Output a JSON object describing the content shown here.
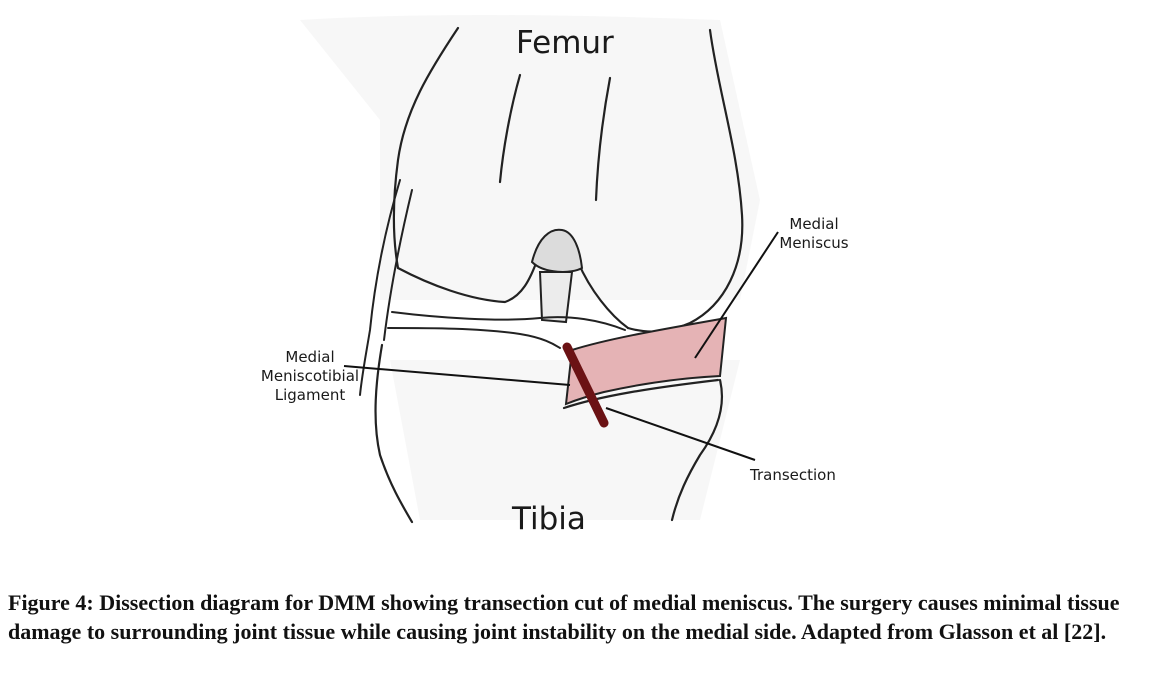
{
  "labels": {
    "femur": "Femur",
    "tibia": "Tibia",
    "medial_meniscus_line1": "Medial",
    "medial_meniscus_line2": "Meniscus",
    "mmtl_line1": "Medial",
    "mmtl_line2": "Meniscotibial",
    "mmtl_line3": "Ligament",
    "transection": "Transection"
  },
  "caption": "Figure 4: Dissection diagram for DMM showing transection cut of medial meniscus. The surgery causes minimal tissue damage to surrounding joint tissue while causing joint instability on the medial side. Adapted from Glasson et al [22].",
  "colors": {
    "meniscus_fill": "#e5b3b5",
    "transection_cut": "#6b1214",
    "outline": "#222222",
    "notch_fill": "#dcdcdc"
  }
}
